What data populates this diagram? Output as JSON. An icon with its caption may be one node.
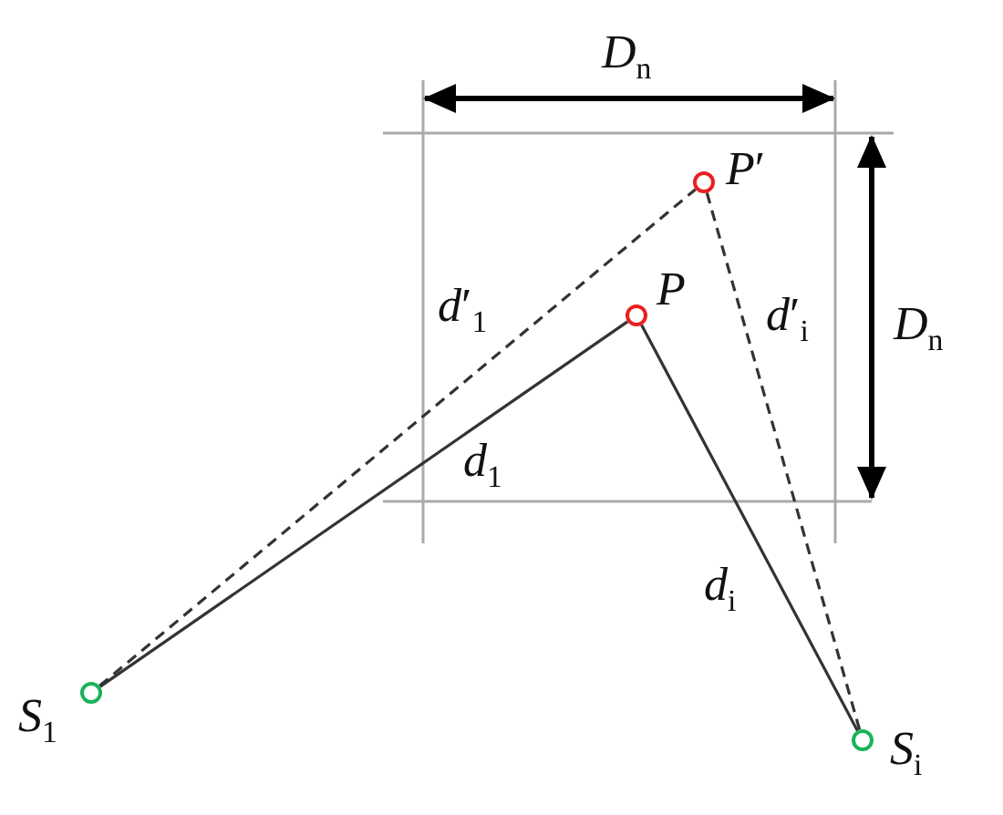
{
  "diagram": {
    "nodes": [
      {
        "text": [],
        "shape": "circle",
        "beside": [
          "*P*′"
        ]
      },
      {
        "text": [],
        "shape": "circle",
        "beside": [
          "*P*"
        ]
      },
      {
        "text": [],
        "shape": "circle",
        "beside": [
          "*S*$_{1}$"
        ]
      },
      {
        "text": [],
        "shape": "circle",
        "beside": [
          "*S*$_{i}$"
        ]
      }
    ],
    "edges": [
      {
        "from": 2,
        "to": 0,
        "arrow": "none",
        "style": "dashed",
        "label": "*d*′$_{1}$"
      },
      {
        "from": 0,
        "to": 3,
        "arrow": "none",
        "style": "dashed",
        "label": "*d*′$_{i}$"
      },
      {
        "from": 2,
        "to": 1,
        "arrow": "none",
        "label": "*d*$_{1}$"
      },
      {
        "from": 1,
        "to": 3,
        "arrow": "none",
        "label": "*d*$_{i}$"
      }
    ],
    "labels": [
      "*D*$_{n}$",
      "*D*$_{n}$"
    ]
  }
}
